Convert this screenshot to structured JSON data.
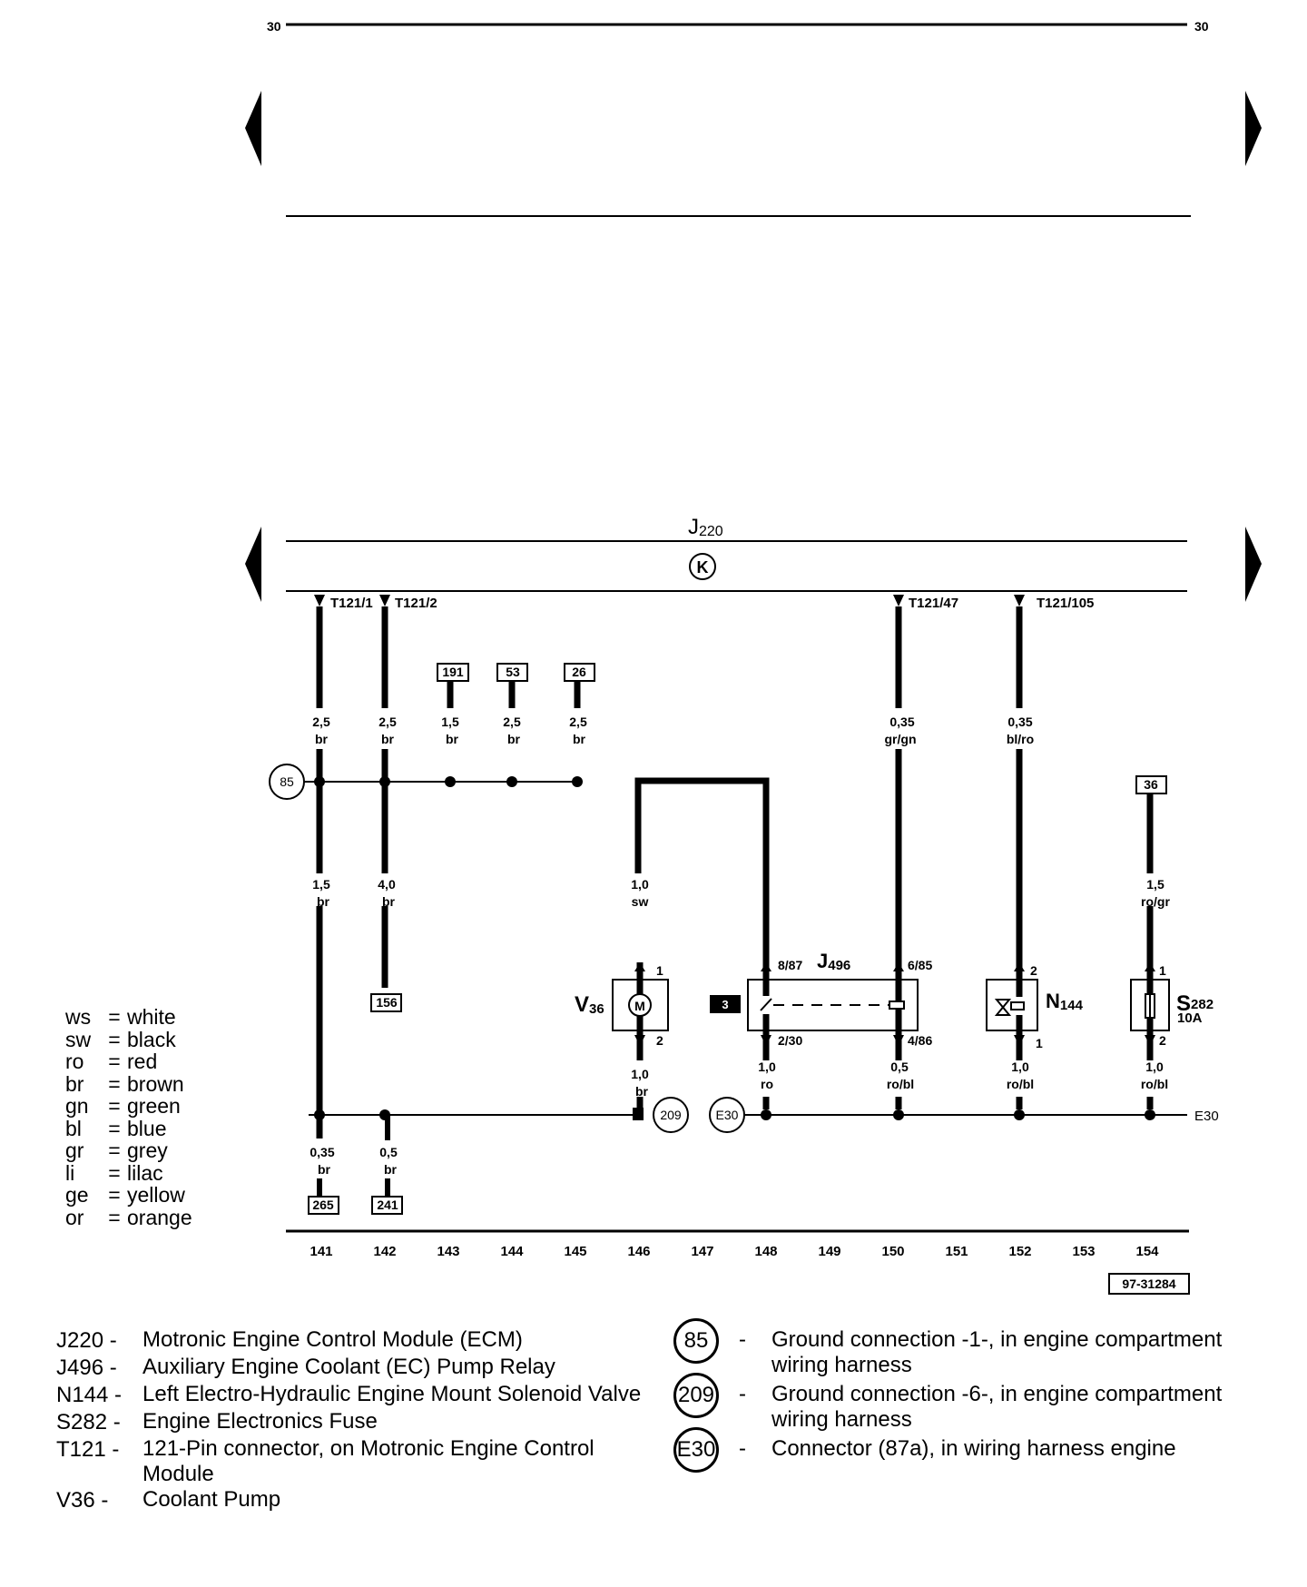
{
  "page_markers": {
    "left": "30",
    "right": "30"
  },
  "ecm": {
    "name": "J",
    "sub": "220",
    "symbol": "K"
  },
  "pins": {
    "t121_1": "T121/1",
    "t121_2": "T121/2",
    "t121_47": "T121/47",
    "t121_105": "T121/105"
  },
  "refs": {
    "r191": "191",
    "r53": "53",
    "r26": "26",
    "r36": "36",
    "r156": "156",
    "r265": "265",
    "r241": "241",
    "relay_slot": "3"
  },
  "wires": {
    "w141a_size": "2,5",
    "w141a_color": "br",
    "w142a_size": "2,5",
    "w142a_color": "br",
    "w143_size": "1,5",
    "w143_color": "br",
    "w144_size": "2,5",
    "w144_color": "br",
    "w145_size": "2,5",
    "w145_color": "br",
    "w150a_size": "0,35",
    "w150a_color": "gr/gn",
    "w152a_size": "0,35",
    "w152a_color": "bl/ro",
    "w141b_size": "1,5",
    "w141b_color": "br",
    "w142b_size": "4,0",
    "w142b_color": "br",
    "w146a_size": "1,0",
    "w146a_color": "sw",
    "w154a_size": "1,5",
    "w154a_color": "ro/gr",
    "w146b_size": "1,0",
    "w146b_color": "br",
    "w148b_size": "1,0",
    "w148b_color": "ro",
    "w150b_size": "0,5",
    "w150b_color": "ro/bl",
    "w152b_size": "1,0",
    "w152b_color": "ro/bl",
    "w154b_size": "1,0",
    "w154b_color": "ro/bl",
    "w141c_size": "0,35",
    "w141c_color": "br",
    "w142c_size": "0,5",
    "w142c_color": "br"
  },
  "components": {
    "v36_name": "V",
    "v36_sub": "36",
    "v36_symbol": "M",
    "v36_pin1": "1",
    "v36_pin2": "2",
    "j496_name": "J",
    "j496_sub": "496",
    "j496_pin_8_87": "8/87",
    "j496_pin_2_30": "2/30",
    "j496_pin_6_85": "6/85",
    "j496_pin_4_86": "4/86",
    "n144_name": "N",
    "n144_sub": "144",
    "n144_pin2": "2",
    "n144_pin1": "1",
    "s282_name": "S",
    "s282_sub": "282",
    "s282_rating": "10A",
    "s282_pin1": "1",
    "s282_pin2": "2"
  },
  "grounds_in_diagram": {
    "g85": "85",
    "g209": "209",
    "e30_circle": "E30",
    "e30_end": "E30"
  },
  "track_numbers": [
    "141",
    "142",
    "143",
    "144",
    "145",
    "146",
    "147",
    "148",
    "149",
    "150",
    "151",
    "152",
    "153",
    "154"
  ],
  "diagram_id": "97-31284",
  "color_legend": [
    {
      "code": "ws",
      "eq": "=",
      "name": "white"
    },
    {
      "code": "sw",
      "eq": "=",
      "name": "black"
    },
    {
      "code": "ro",
      "eq": "=",
      "name": "red"
    },
    {
      "code": "br",
      "eq": "=",
      "name": "brown"
    },
    {
      "code": "gn",
      "eq": "=",
      "name": "green"
    },
    {
      "code": "bl",
      "eq": "=",
      "name": "blue"
    },
    {
      "code": "gr",
      "eq": "=",
      "name": "grey"
    },
    {
      "code": "li",
      "eq": "=",
      "name": "lilac"
    },
    {
      "code": "ge",
      "eq": "=",
      "name": "yellow"
    },
    {
      "code": "or",
      "eq": "=",
      "name": "orange"
    }
  ],
  "parts_legend": [
    {
      "code": "J220 -",
      "desc": "Motronic Engine Control Module (ECM)"
    },
    {
      "code": "J496 -",
      "desc": "Auxiliary Engine Coolant (EC) Pump Relay"
    },
    {
      "code": "N144 -",
      "desc": "Left Electro-Hydraulic Engine Mount Solenoid Valve"
    },
    {
      "code": "S282 -",
      "desc": "Engine Electronics Fuse"
    },
    {
      "code": "T121 -",
      "desc": "121-Pin connector, on Motronic Engine Control Module"
    },
    {
      "code": "V36  -",
      "desc": "Coolant Pump"
    }
  ],
  "ground_legend": [
    {
      "symbol": "85",
      "dash": "-",
      "desc": "Ground connection -1-, in engine compartment wiring harness"
    },
    {
      "symbol": "209",
      "dash": "-",
      "desc": "Ground connection -6-, in engine compartment wiring harness"
    },
    {
      "symbol": "E30",
      "dash": "-",
      "desc": "Connector (87a), in wiring harness engine"
    }
  ],
  "style": {
    "ink": "#000000",
    "paper": "#ffffff"
  }
}
